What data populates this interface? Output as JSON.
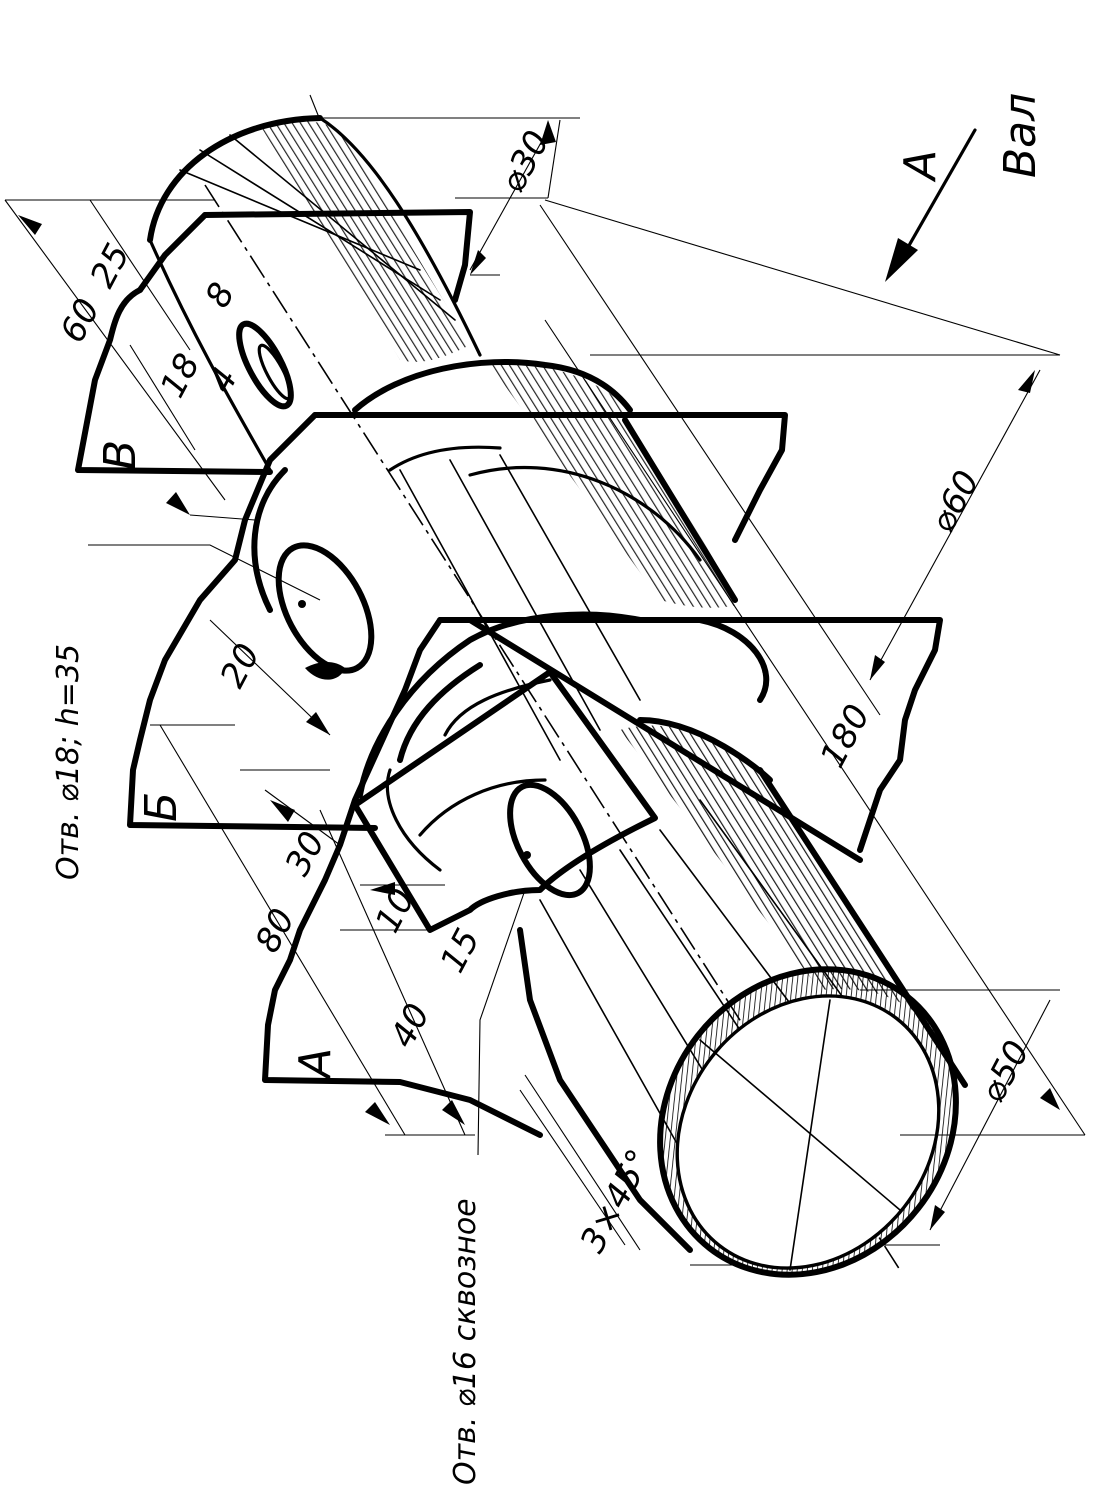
{
  "title": "Вал",
  "view_arrow": {
    "label": "A"
  },
  "notes": {
    "top_hole": "Отв. ⌀18; h=35",
    "bottom_hole": "Отв. ⌀16 сквозное"
  },
  "section_labels": {
    "a": "А",
    "b": "Б",
    "v": "В"
  },
  "dimensions": {
    "d30": "⌀30",
    "d60": "⌀60",
    "d50": "⌀50",
    "l180": "180",
    "l80": "80",
    "l60": "60",
    "l40": "40",
    "l30": "30",
    "l25": "25",
    "l20": "20",
    "l18": "18",
    "l15": "15",
    "l10": "10",
    "l8": "8",
    "l4": "4",
    "chamfer": "3×45°"
  }
}
